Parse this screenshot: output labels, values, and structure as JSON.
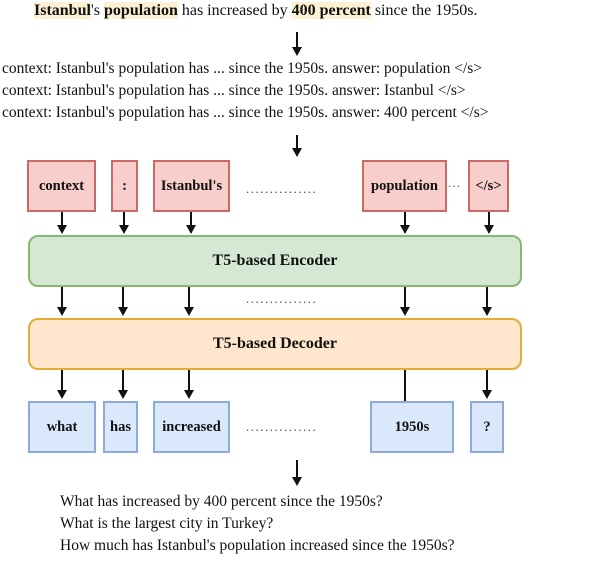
{
  "source_sentence": {
    "answer_1": "Istanbul",
    "text_1": "'s ",
    "answer_2": "population",
    "text_2": " has increased by ",
    "answer_3": "400 percent",
    "text_3": " since the 1950s.",
    "highlight_color": "#fdf0d3"
  },
  "inputs": [
    "context: Istanbul's population has ... since the 1950s. answer: population </s>",
    "context: Istanbul's population has ... since the 1950s. answer: Istanbul </s>",
    "context: Istanbul's population has ... since the 1950s. answer: 400 percent </s>"
  ],
  "input_tokens": [
    "context",
    ":",
    "Istanbul's",
    "population",
    "</s>"
  ],
  "encoder_label": "T5-based Encoder",
  "decoder_label": "T5-based Decoder",
  "output_tokens": [
    "what",
    "has",
    "increased",
    "1950s",
    "?"
  ],
  "ellipsis": "...............",
  "short_ellipsis": "...",
  "outputs": [
    "What has increased by 400 percent since the 1950s?",
    "What is the largest city in Turkey?",
    "How much has Istanbul's population increased since the 1950s?"
  ],
  "colors": {
    "input_token_fill": "#f8cecc",
    "input_token_border": "#c96a66",
    "encoder_fill": "#d5e8d4",
    "encoder_border": "#87b86f",
    "decoder_fill": "#ffe6cc",
    "decoder_border": "#e2ad3a",
    "output_token_fill": "#dae8fc",
    "output_token_border": "#8eaadb"
  }
}
